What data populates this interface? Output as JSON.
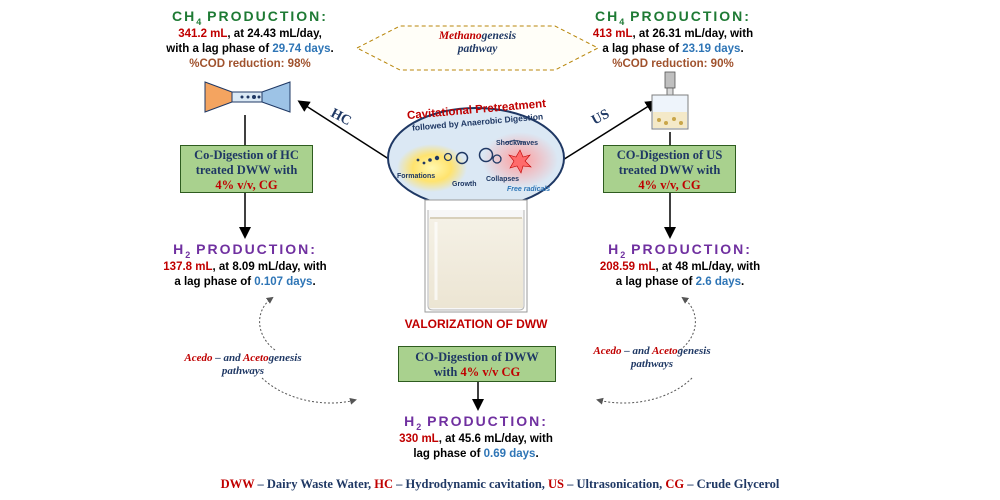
{
  "left_ch4": {
    "title_main": "CH",
    "title_sub": "4",
    "title_rest": " PRODUCTION:",
    "line1_val": "341.2 mL",
    "line1_rest": ", at 24.43 mL/day,",
    "line2_pre": "with a lag phase of ",
    "line2_val": "29.74 days",
    "line2_post": ".",
    "line3": "%COD reduction: 98%"
  },
  "right_ch4": {
    "title_main": "CH",
    "title_sub": "4",
    "title_rest": " PRODUCTION:",
    "line1_val": "413 mL",
    "line1_rest": ", at 26.31 mL/day, with",
    "line2_pre": "a lag phase of ",
    "line2_val": "23.19 days",
    "line2_post": ".",
    "line3": "%COD reduction: 90%"
  },
  "methanogenesis": {
    "word_red": "Methano",
    "word_rest": "genesis",
    "line2": "pathway"
  },
  "center": {
    "title1": "Cavitational Pretreatment",
    "title2": "followed by Anaerobic Digestion",
    "labels": {
      "formations": "Formations",
      "growth": "Growth",
      "collapses": "Collapses",
      "shockwaves": "Shockwaves",
      "free_radicals": "Free radicals"
    },
    "hc": "HC",
    "us": "US",
    "valorization": "VALORIZATION OF DWW"
  },
  "left_box": {
    "line1": "Co-Digestion of HC",
    "line2": "treated DWW with",
    "line3": "4% v/v, CG"
  },
  "right_box": {
    "line1": "CO-Digestion of US",
    "line2": "treated DWW with",
    "line3": "4% v/v, CG"
  },
  "center_box": {
    "line1": "CO-Digestion of DWW",
    "line2_pre": "with ",
    "line2_val": "4% v/v CG"
  },
  "left_h2": {
    "title_main": "H",
    "title_sub": "2",
    "title_rest": " PRODUCTION:",
    "line1_val": "137.8 mL",
    "line1_rest": ", at 8.09 mL/day, with",
    "line2_pre": "a lag phase of ",
    "line2_val": "0.107 days",
    "line2_post": "."
  },
  "right_h2": {
    "title_main": "H",
    "title_sub": "2",
    "title_rest": " PRODUCTION:",
    "line1_val": "208.59 mL",
    "line1_rest": ", at 48 mL/day, with",
    "line2_pre": "a lag phase of ",
    "line2_val": "2.6 days",
    "line2_post": "."
  },
  "bottom_h2": {
    "title_main": "H",
    "title_sub": "2",
    "title_rest": " PRODUCTION:",
    "line1_val": "330 mL",
    "line1_rest": ", at 45.6 mL/day, with",
    "line2_pre": "lag phase of ",
    "line2_val": "0.69 days",
    "line2_post": "."
  },
  "left_pathway": {
    "w1": "Acedo",
    "w2": " – and ",
    "w3": "Aceto",
    "w4": "genesis",
    "line2": "pathways"
  },
  "right_pathway": {
    "w1": "Acedo",
    "w2": " – and ",
    "w3": "Aceto",
    "w4": "genesis",
    "line2": "pathways"
  },
  "footer": {
    "a1": "DWW",
    "a2": " – Dairy Waste Water, ",
    "b1": "HC",
    "b2": " – Hydrodynamic cavitation, ",
    "c1": "US",
    "c2": " – Ultrasonication, ",
    "d1": "CG",
    "d2": " – Crude Glycerol"
  },
  "colors": {
    "red": "#c00000",
    "blue": "#2e75b6",
    "navy": "#1f3864",
    "green": "#1e7a34",
    "purple": "#7030a0",
    "box_green": "#a9d18e"
  }
}
